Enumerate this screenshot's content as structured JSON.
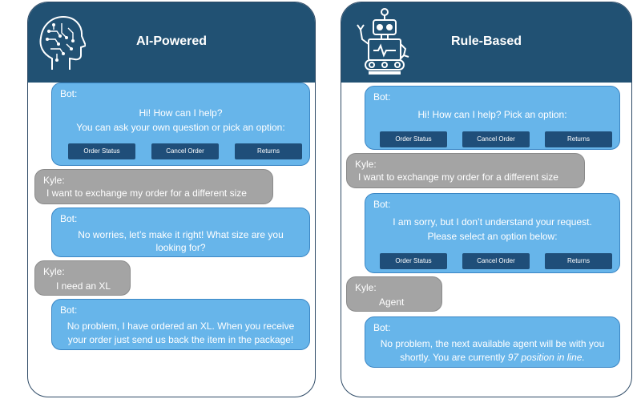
{
  "left": {
    "title": "AI-Powered",
    "messages": [
      {
        "speaker": "Bot:",
        "lines": [
          "Hi! How can I help?",
          "You can ask your own question or pick an option:"
        ],
        "options": [
          "Order Status",
          "Cancel Order",
          "Returns"
        ]
      },
      {
        "speaker": "Kyle:",
        "lines": [
          "I want to exchange my order for a different size"
        ]
      },
      {
        "speaker": "Bot:",
        "lines": [
          "No worries, let’s make it right! What size are you",
          "looking for?"
        ]
      },
      {
        "speaker": "Kyle:",
        "lines": [
          "I need an XL"
        ]
      },
      {
        "speaker": "Bot:",
        "lines": [
          "No problem, I have ordered an XL. When you receive",
          "your order just send us back the item in the package!"
        ]
      }
    ]
  },
  "right": {
    "title": "Rule-Based",
    "messages": [
      {
        "speaker": "Bot:",
        "lines": [
          "Hi! How can I help? Pick an option:"
        ],
        "options": [
          "Order Status",
          "Cancel Order",
          "Returns"
        ]
      },
      {
        "speaker": "Kyle:",
        "lines": [
          "I want to exchange my order for a different size"
        ]
      },
      {
        "speaker": "Bot:",
        "lines": [
          "I am sorry, but I don’t understand your request.",
          "Please select an option below:"
        ],
        "options": [
          "Order Status",
          "Cancel Order",
          "Returns"
        ]
      },
      {
        "speaker": "Kyle:",
        "lines": [
          "Agent"
        ]
      },
      {
        "speaker": "Bot:",
        "lines": [
          "No problem, the next available agent will be with you"
        ],
        "line2_prefix": "shortly. You are currently ",
        "line2_emph": "97 position in line."
      }
    ]
  },
  "colors": {
    "header": "#215173",
    "bot_bubble": "#67b5ea",
    "user_bubble": "#a4a4a4",
    "option_button": "#1f4e79"
  },
  "icons": {
    "left": "ai-head-icon",
    "right": "robot-icon"
  }
}
